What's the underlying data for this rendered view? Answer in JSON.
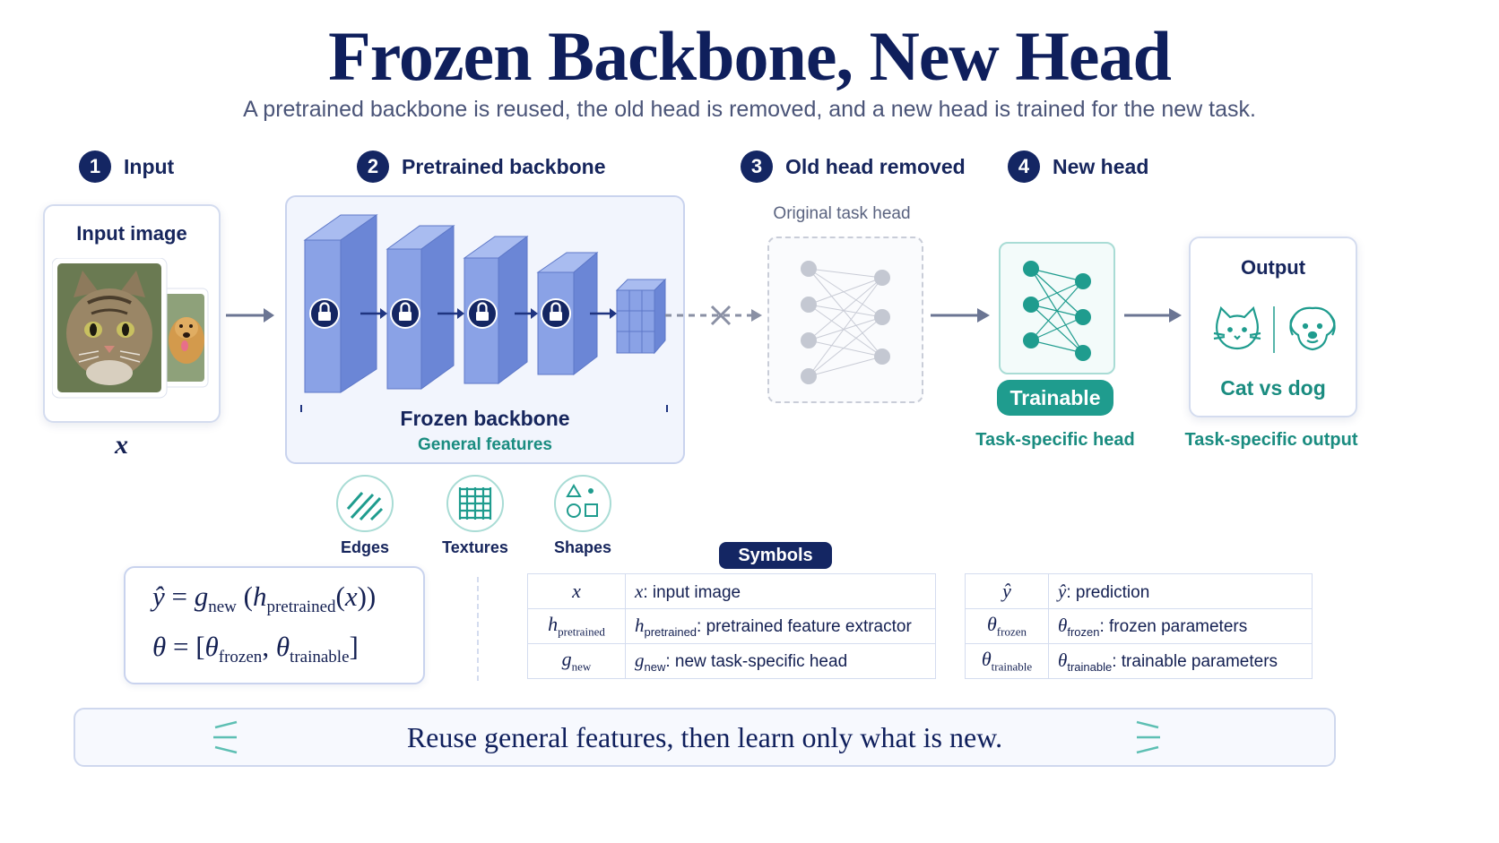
{
  "header": {
    "title": "Frozen Backbone, New Head",
    "subtitle": "A pretrained backbone is reused, the old head is removed, and a new head is trained for the new task."
  },
  "steps": [
    {
      "num": "1",
      "label": "Input"
    },
    {
      "num": "2",
      "label": "Pretrained backbone"
    },
    {
      "num": "3",
      "label": "Old head removed"
    },
    {
      "num": "4",
      "label": "New head"
    }
  ],
  "input": {
    "caption": "Input image",
    "var": "x"
  },
  "backbone": {
    "caption": "Frozen backbone",
    "subcaption": "General features"
  },
  "features": [
    {
      "label": "Edges"
    },
    {
      "label": "Textures"
    },
    {
      "label": "Shapes"
    }
  ],
  "old_head": {
    "caption": "Original task head"
  },
  "new_head": {
    "badge": "Trainable",
    "caption": "Task-specific head"
  },
  "output": {
    "title": "Output",
    "result": "Cat vs dog",
    "caption": "Task-specific output"
  },
  "formula": {
    "line1": {
      "lhs": "ŷ",
      "eq": "=",
      "g": "g",
      "g_sub": "new",
      "h": "h",
      "h_sub": "pretrained",
      "arg": "x"
    },
    "line2": {
      "lhs": "θ",
      "eq": "=",
      "t1": "θ",
      "t1_sub": "frozen",
      "t2": "θ",
      "t2_sub": "trainable"
    }
  },
  "symbols": {
    "title": "Symbols",
    "left": [
      {
        "sym": "x",
        "sub": "",
        "desc": "input image"
      },
      {
        "sym": "h",
        "sub": "pretrained",
        "desc": "pretrained feature extractor"
      },
      {
        "sym": "g",
        "sub": "new",
        "desc": "new task-specific head"
      }
    ],
    "right": [
      {
        "sym": "ŷ",
        "sub": "",
        "desc": "prediction"
      },
      {
        "sym": "θ",
        "sub": "frozen",
        "desc": "frozen parameters"
      },
      {
        "sym": "θ",
        "sub": "trainable",
        "desc": "trainable parameters"
      }
    ]
  },
  "footer": {
    "text": "Reuse general features, then learn only what is new."
  },
  "colors": {
    "navy": "#142663",
    "teal": "#1f9c8e",
    "block_blue": "#7f9ae0",
    "gray": "#c4c8d2"
  }
}
